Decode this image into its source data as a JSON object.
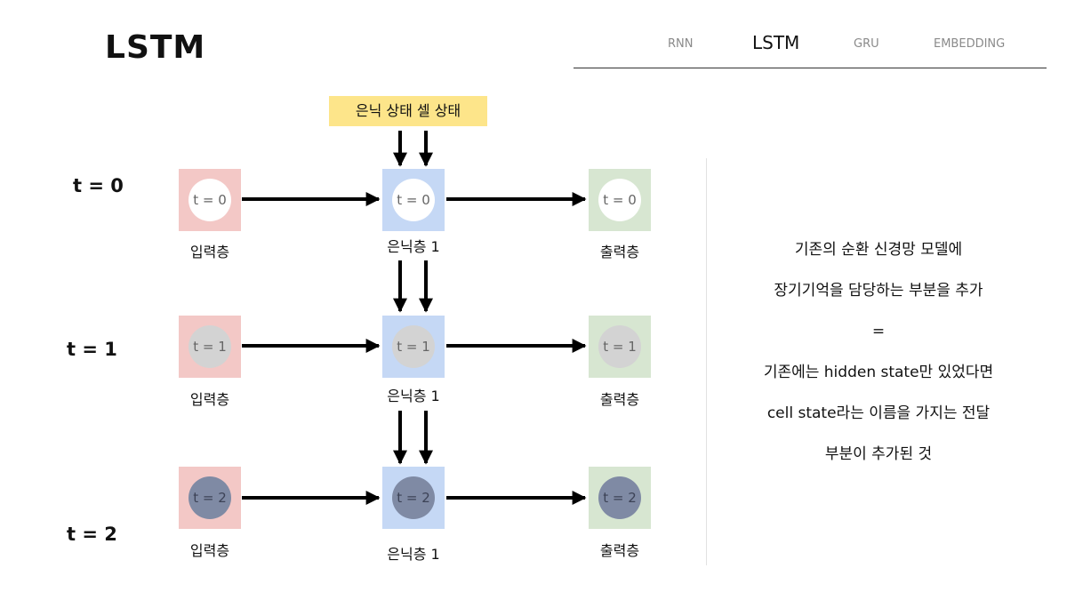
{
  "page": {
    "title": "LSTM"
  },
  "nav": {
    "tabs": [
      {
        "label": "RNN",
        "active": false
      },
      {
        "label": "LSTM",
        "active": true
      },
      {
        "label": "GRU",
        "active": false
      },
      {
        "label": "EMBEDDING",
        "active": false
      }
    ]
  },
  "diagram": {
    "state_label": "은닉 상태 셀 상태",
    "timesteps": [
      {
        "label": "t = 0",
        "value": "t = 0"
      },
      {
        "label": "t = 1",
        "value": "t = 1"
      },
      {
        "label": "t = 2",
        "value": "t = 2"
      }
    ],
    "layers": {
      "input": "입력층",
      "hidden": "은닉층 1",
      "output": "출력층"
    },
    "colors": {
      "input": "#f3c8c6",
      "hidden": "#c5d8f5",
      "output": "#d7e6d1",
      "circle_t0": "#ffffff",
      "circle_t1": "#d3d3d3",
      "circle_t2": "#7f8aa4",
      "state_label_bg": "#fde58a"
    }
  },
  "description": {
    "lines": [
      "기존의 순환 신경망 모델에",
      "장기기억을 담당하는 부분을 추가",
      "=",
      "기존에는 hidden state만 있었다면",
      "cell state라는 이름을 가지는 전달",
      "부분이 추가된 것"
    ]
  }
}
